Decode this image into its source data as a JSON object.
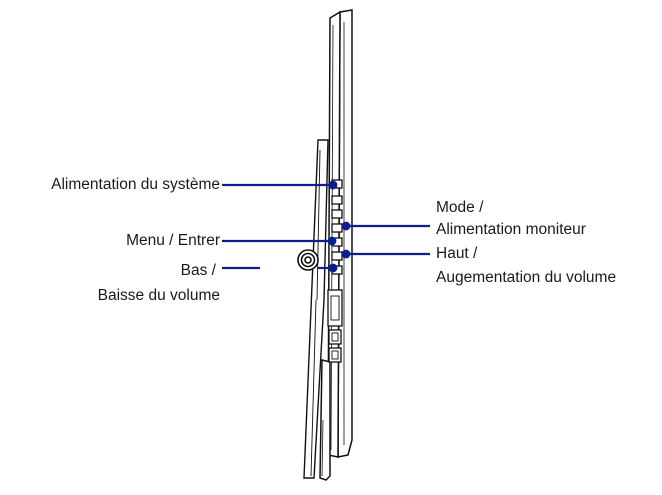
{
  "labels": {
    "system_power": "Alimentation du système",
    "menu_enter": "Menu / Entrer",
    "down_line1": "Bas /",
    "down_line2": "Baisse du volume",
    "mode_line1": "Mode /",
    "mode_line2": "Alimentation moniteur",
    "up_line1": "Haut /",
    "up_line2": "Augementation du volume"
  },
  "colors": {
    "callout": "#0a1e8c",
    "outline": "#111111",
    "background": "#ffffff"
  }
}
